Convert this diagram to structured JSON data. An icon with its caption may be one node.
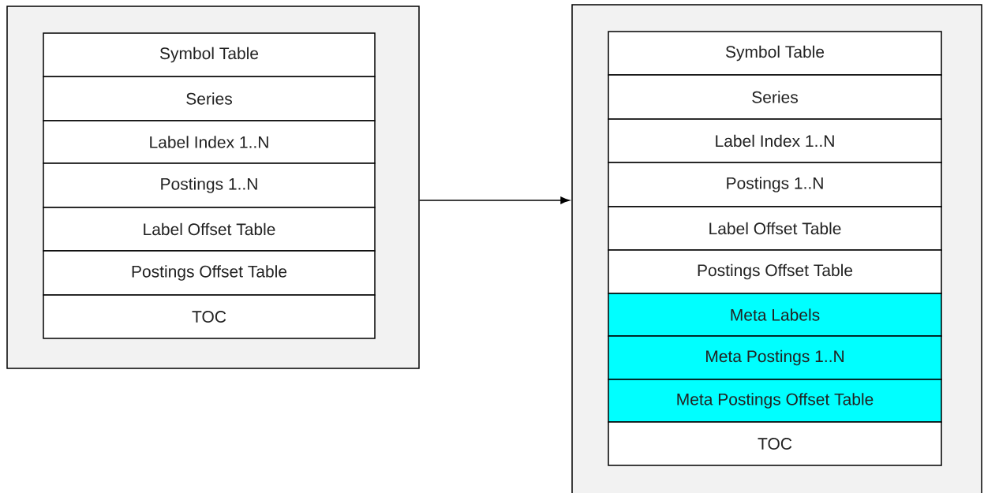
{
  "diagram": {
    "nodes": [
      {
        "text": [],
        "shape": "box"
      },
      {
        "text": [
          "Symbol Table"
        ],
        "in": 0
      },
      {
        "text": [
          "Series"
        ],
        "in": 0
      },
      {
        "text": [
          "Label Index 1..N"
        ],
        "in": 0
      },
      {
        "text": [
          "Postings 1..N"
        ],
        "in": 0
      },
      {
        "text": [
          "Label Offset Table"
        ],
        "in": 0
      },
      {
        "text": [
          "Postings Offset Table"
        ],
        "in": 0
      },
      {
        "text": [
          "TOC"
        ],
        "in": 0
      },
      {
        "text": [],
        "shape": "box"
      },
      {
        "text": [
          "Symbol Table"
        ],
        "in": 8
      },
      {
        "text": [
          "Series"
        ],
        "in": 8
      },
      {
        "text": [
          "Label Index 1..N"
        ],
        "in": 8
      },
      {
        "text": [
          "Postings 1..N"
        ],
        "in": 8
      },
      {
        "text": [
          "Label Offset Table"
        ],
        "in": 8
      },
      {
        "text": [
          "Postings Offset Table"
        ],
        "in": 8
      },
      {
        "text": [
          "Meta Labels"
        ],
        "in": 8
      },
      {
        "text": [
          "Meta Postings 1..N"
        ],
        "in": 8
      },
      {
        "text": [
          "Meta Postings Offset Table"
        ],
        "in": 8
      },
      {
        "text": [
          "TOC"
        ],
        "in": 8
      }
    ],
    "edges": [
      {
        "from": 0,
        "to": 8,
        "arrow": "to"
      }
    ]
  }
}
